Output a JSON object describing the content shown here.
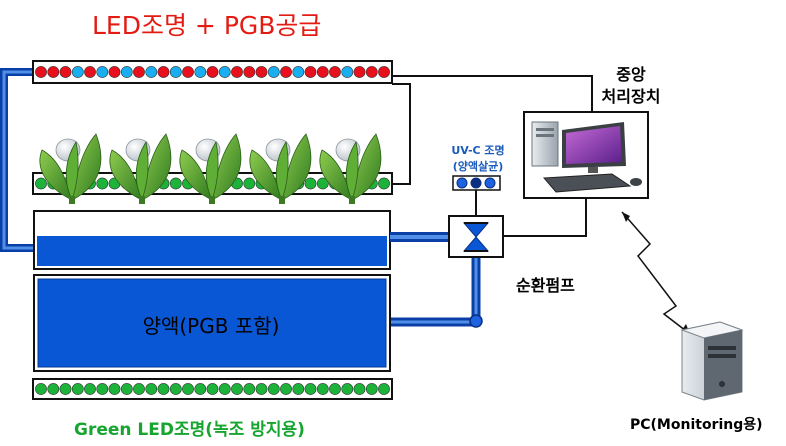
{
  "labels": {
    "top_title": "LED조명 + PGB공급",
    "bottom_title": "Green LED조명(녹조 방지용)",
    "cpu_line1": "중앙",
    "cpu_line2": "처리장치",
    "uv_line1": "UV-C 조명",
    "uv_line2": "(양액살균)",
    "pump": "순환펌프",
    "solution": "양액(PGB 포함)",
    "pc": "PC(Monitoring용)"
  },
  "colors": {
    "title_red": "#e41b13",
    "title_green": "#16a52f",
    "led_red": "#e8101c",
    "led_cyan": "#19aef0",
    "led_green": "#1db33a",
    "water_blue": "#0a57d6",
    "pipe_blue": "#0b3fa8",
    "uv_label_blue": "#1a5bbd",
    "leaf_green": "#4e9a2a"
  },
  "icons": {
    "plant": "plant-icon",
    "cpu": "desktop-computer-icon",
    "pc": "pc-tower-icon",
    "pump": "valve-icon",
    "wireless": "wireless-link-icon"
  },
  "led_strips": {
    "top": [
      "red",
      "red",
      "red",
      "cyan",
      "red",
      "cyan",
      "red",
      "cyan",
      "red",
      "cyan",
      "red",
      "cyan",
      "red",
      "cyan",
      "red",
      "cyan",
      "red",
      "red",
      "red",
      "cyan",
      "red",
      "cyan",
      "red",
      "red",
      "red",
      "cyan",
      "red",
      "red",
      "red"
    ],
    "middle_count": 29,
    "bottom_count": 29,
    "uv_count": 3
  },
  "plant_count": 5
}
